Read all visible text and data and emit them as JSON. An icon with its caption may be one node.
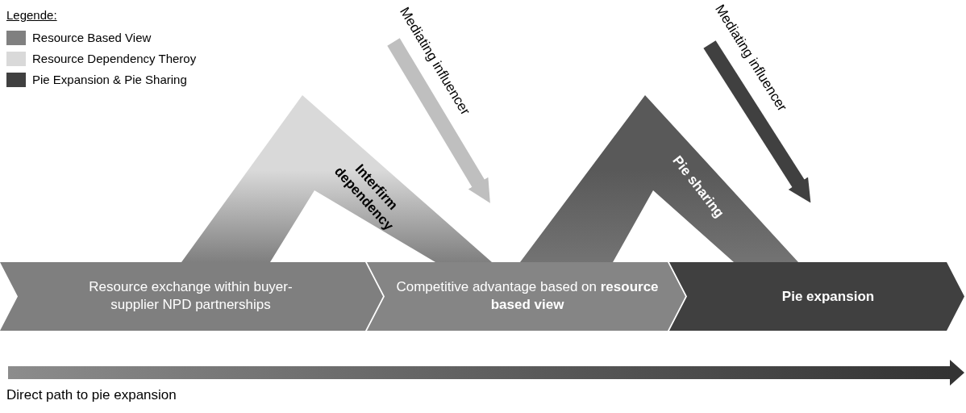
{
  "diagram": {
    "nodes": [
      {
        "text": [
          "Resource exchange within buyer-supplier NPD partnerships"
        ]
      },
      {
        "text": [
          "Competitive advantage based on **resource based view**"
        ]
      },
      {
        "text": [
          "Pie expansion"
        ]
      },
      {
        "text": [
          "Interfirm dependency"
        ]
      },
      {
        "text": [
          "Pie sharing"
        ]
      },
      {
        "text": [
          "Mediating influencer"
        ]
      },
      {
        "text": [
          "Mediating influencer"
        ]
      }
    ],
    "edges": [
      {
        "from": 5,
        "to": 3,
        "arrow": "to",
        "color": "#bfbfbf"
      },
      {
        "from": 6,
        "to": 4,
        "arrow": "to",
        "color": "#404040"
      }
    ],
    "labels": [
      "Legende:",
      "Direct path to pie expansion"
    ],
    "legend": [
      {
        "text": "Resource Based View",
        "color": "#808080"
      },
      {
        "text": "Resource Dependency Theroy",
        "color": "#d9d9d9"
      },
      {
        "text": "Pie Expansion & Pie Sharing",
        "color": "#404040"
      }
    ]
  }
}
